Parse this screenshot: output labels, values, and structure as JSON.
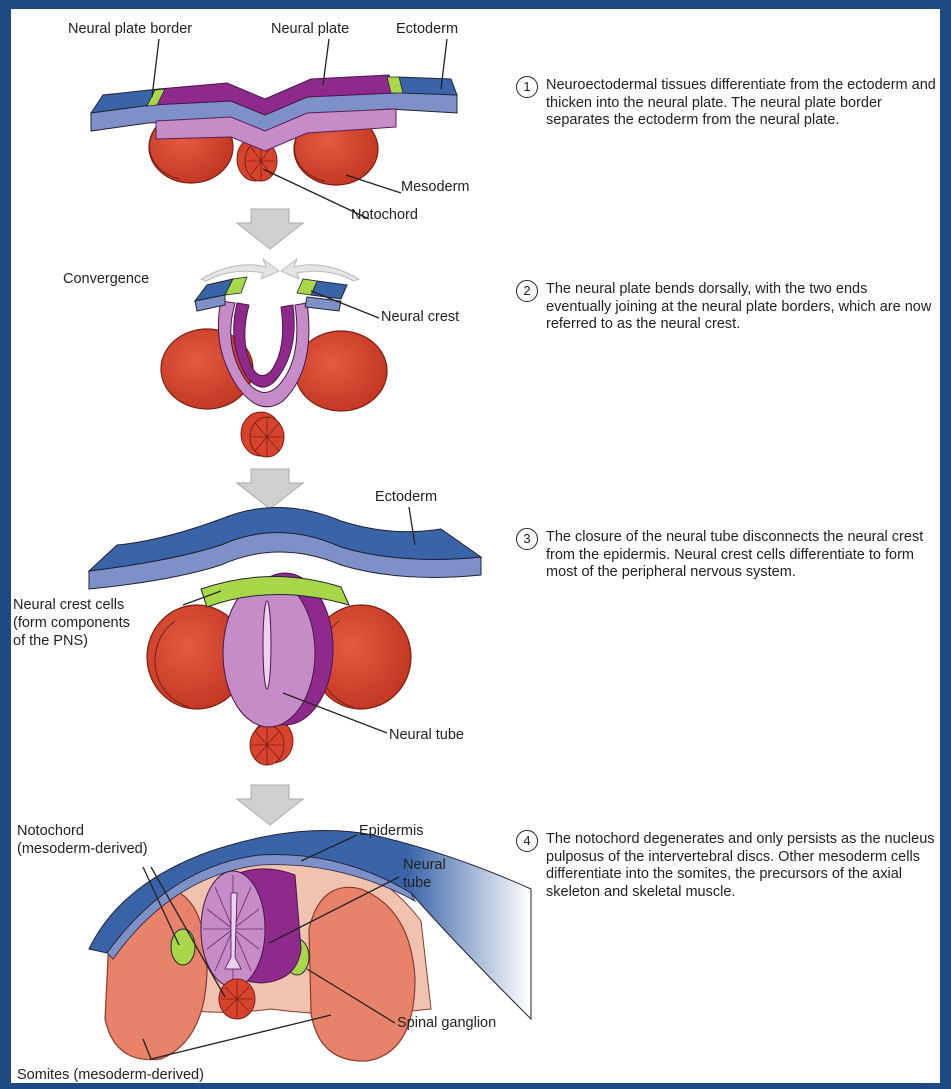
{
  "labels": {
    "neural_plate_border": "Neural plate border",
    "neural_plate": "Neural plate",
    "ectoderm_1": "Ectoderm",
    "mesoderm": "Mesoderm",
    "notochord_1": "Notochord",
    "convergence": "Convergence",
    "neural_crest": "Neural crest",
    "ectoderm_3": "Ectoderm",
    "neural_crest_cells": "Neural crest cells",
    "form_components": "(form components",
    "of_the_pns": "of the PNS)",
    "neural_tube_3": "Neural tube",
    "notochord_4": "Notochord",
    "mesoderm_derived": "(mesoderm-derived)",
    "epidermis": "Epidermis",
    "neural_4a": "Neural",
    "tube_4b": "tube",
    "spinal_ganglion": "Spinal ganglion",
    "somites": "Somites (mesoderm-derived)"
  },
  "steps": [
    {
      "num": "1",
      "text": "Neuroectodermal tissues differentiate from the ectoderm and thicken into the neural plate. The neural plate border separates the ectoderm from the neural plate."
    },
    {
      "num": "2",
      "text": "The neural plate bends dorsally, with the two ends eventually joining at the neural plate borders, which are now referred to as the neural crest."
    },
    {
      "num": "3",
      "text": "The closure of the neural tube disconnects the neural crest from the epidermis. Neural crest cells differentiate to form most of the peripheral nervous system."
    },
    {
      "num": "4",
      "text": "The notochord degenerates and only persists as the nucleus pulposus of the intervertebral discs. Other mesoderm cells differentiate into the somites, the precursors of the axial skeleton and skeletal muscle."
    }
  ],
  "colors": {
    "frame": "#1d4a82",
    "ectoderm": "#3a64a8",
    "neural_plate": "#8e2a8c",
    "neural_plate_light": "#c58cc8",
    "neural_crest": "#a8d84a",
    "mesoderm": "#d8432e",
    "somite": "#e8826a",
    "arrow": "#d0d0d0"
  }
}
